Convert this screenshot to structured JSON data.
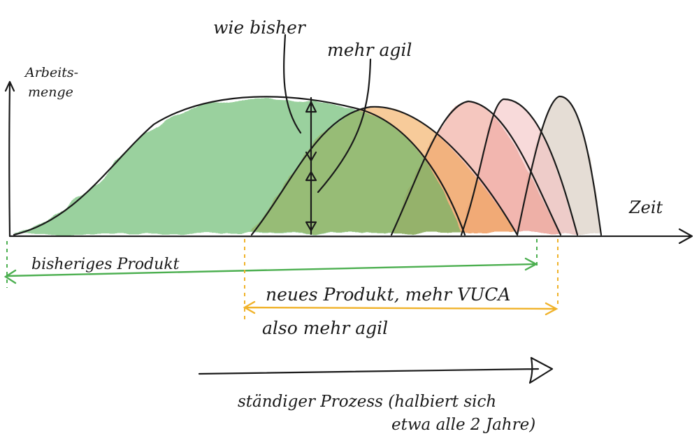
{
  "axes": {
    "y_label_line1": "Arbeits-",
    "y_label_line2": "menge",
    "x_label": "Zeit"
  },
  "annotations": {
    "as_before": "wie bisher",
    "more_agile": "mehr agil"
  },
  "ranges": {
    "old_product": "bisheriges Produkt",
    "new_product": "neues Produkt, mehr VUCA",
    "so_more_agile": "also mehr agil"
  },
  "process": {
    "line1": "ständiger Prozess (halbiert sich",
    "line2": "etwa alle 2 Jahre)"
  },
  "colors": {
    "green": "#58b35e",
    "orange": "#f1a24a",
    "salmon": "#ee9a8c",
    "pink": "#f4c2c2",
    "taupe": "#d8cbbf",
    "range_green": "#4caf50",
    "range_orange": "#f0b229"
  }
}
